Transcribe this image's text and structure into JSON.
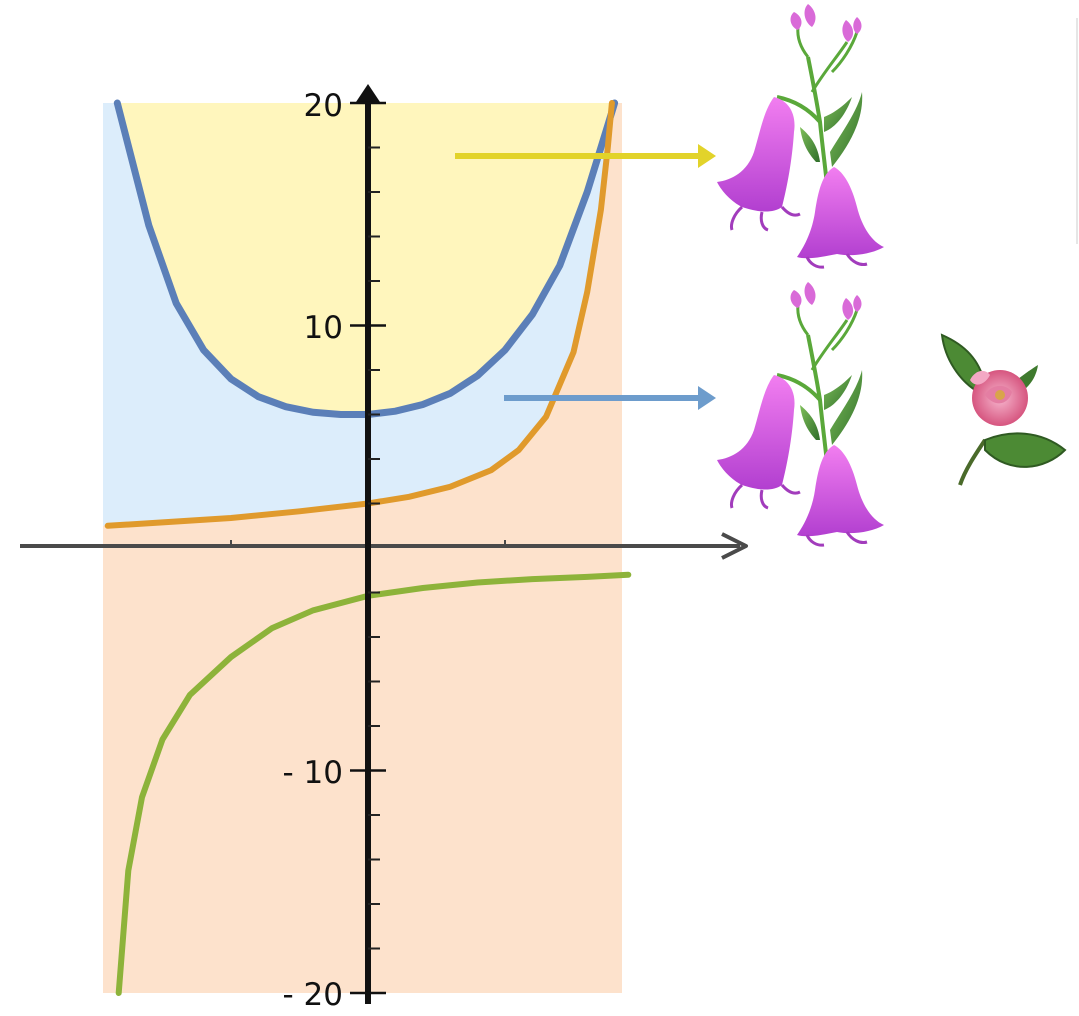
{
  "chart_data": {
    "type": "line",
    "title": "",
    "xlabel": "",
    "ylabel": "",
    "ylim": [
      -20,
      20
    ],
    "y_ticks": [
      {
        "value": 20,
        "label": "20"
      },
      {
        "value": 10,
        "label": "10"
      },
      {
        "value": -10,
        "label": "- 10"
      },
      {
        "value": -20,
        "label": "- 20"
      }
    ],
    "y_minor_ticks": [
      18,
      16,
      14,
      12,
      8,
      6,
      4,
      2,
      -2,
      -4,
      -6,
      -8,
      -12,
      -14,
      -16,
      -18
    ],
    "x_minor_ticks": [
      -1,
      1
    ],
    "regions": [
      {
        "name": "yellow-region",
        "color": "#fff6bd",
        "from_curve": "blue-curve",
        "to": "top"
      },
      {
        "name": "blue-region",
        "color": "#dcedfb",
        "from_curve": "orange-curve",
        "to_curve": "blue-curve"
      },
      {
        "name": "peach-region",
        "color": "#fde2cc",
        "from": "bottom",
        "to_curve": "orange-curve"
      }
    ],
    "curves": [
      {
        "name": "blue-curve",
        "color": "#5b7fb8",
        "points": [
          [
            -1.83,
            20
          ],
          [
            -1.6,
            14.5
          ],
          [
            -1.4,
            11
          ],
          [
            -1.2,
            8.9
          ],
          [
            -1,
            7.6
          ],
          [
            -0.8,
            6.8
          ],
          [
            -0.6,
            6.35
          ],
          [
            -0.4,
            6.1
          ],
          [
            -0.2,
            6.0
          ],
          [
            0,
            6.0
          ],
          [
            0.2,
            6.15
          ],
          [
            0.4,
            6.45
          ],
          [
            0.6,
            6.95
          ],
          [
            0.8,
            7.75
          ],
          [
            1.0,
            8.9
          ],
          [
            1.2,
            10.5
          ],
          [
            1.4,
            12.7
          ],
          [
            1.6,
            16
          ],
          [
            1.75,
            19
          ],
          [
            1.8,
            20
          ]
        ]
      },
      {
        "name": "orange-curve",
        "color": "#e09a2c",
        "points": [
          [
            -1.9,
            1.0
          ],
          [
            -1.5,
            1.15
          ],
          [
            -1.0,
            1.35
          ],
          [
            -0.5,
            1.65
          ],
          [
            0,
            2.0
          ],
          [
            0.3,
            2.3
          ],
          [
            0.6,
            2.75
          ],
          [
            0.9,
            3.5
          ],
          [
            1.1,
            4.4
          ],
          [
            1.3,
            5.9
          ],
          [
            1.5,
            8.8
          ],
          [
            1.6,
            11.5
          ],
          [
            1.7,
            15.2
          ],
          [
            1.75,
            18
          ],
          [
            1.78,
            20
          ]
        ]
      },
      {
        "name": "green-curve",
        "color": "#8db33a",
        "points": [
          [
            -1.82,
            -20
          ],
          [
            -1.75,
            -14.5
          ],
          [
            -1.65,
            -11.2
          ],
          [
            -1.5,
            -8.6
          ],
          [
            -1.3,
            -6.6
          ],
          [
            -1.0,
            -4.9
          ],
          [
            -0.7,
            -3.6
          ],
          [
            -0.4,
            -2.8
          ],
          [
            0,
            -2.15
          ],
          [
            0.4,
            -1.8
          ],
          [
            0.8,
            -1.55
          ],
          [
            1.2,
            -1.4
          ],
          [
            1.6,
            -1.3
          ],
          [
            1.9,
            -1.2
          ]
        ]
      }
    ],
    "annotations": [
      {
        "name": "yellow-arrow",
        "color": "#e2d32a"
      },
      {
        "name": "blue-arrow",
        "color": "#6d9ccc"
      }
    ]
  },
  "images": {
    "top_flower": "bellflower",
    "middle_flower": "bellflower",
    "side_flower": "pink-rose"
  }
}
